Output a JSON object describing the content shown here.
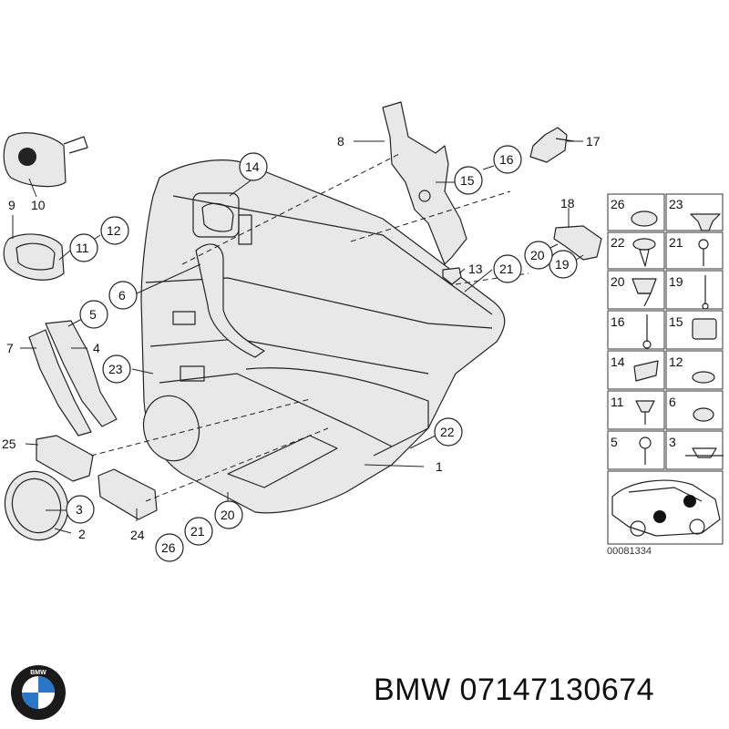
{
  "diagram": {
    "callouts": [
      {
        "label": "1"
      },
      {
        "label": "2"
      },
      {
        "label": "3"
      },
      {
        "label": "4"
      },
      {
        "label": "5"
      },
      {
        "label": "6"
      },
      {
        "label": "7"
      },
      {
        "label": "8"
      },
      {
        "label": "9"
      },
      {
        "label": "10"
      },
      {
        "label": "11"
      },
      {
        "label": "12"
      },
      {
        "label": "13"
      },
      {
        "label": "14"
      },
      {
        "label": "15"
      },
      {
        "label": "16"
      },
      {
        "label": "17"
      },
      {
        "label": "18"
      },
      {
        "label": "19"
      },
      {
        "label": "20"
      },
      {
        "label": "20"
      },
      {
        "label": "21"
      },
      {
        "label": "21"
      },
      {
        "label": "22"
      },
      {
        "label": "23"
      },
      {
        "label": "24"
      },
      {
        "label": "25"
      },
      {
        "label": "26"
      }
    ],
    "legend_cells": [
      {
        "label": "26"
      },
      {
        "label": "23"
      },
      {
        "label": "22"
      },
      {
        "label": "21"
      },
      {
        "label": "20"
      },
      {
        "label": "19"
      },
      {
        "label": "16"
      },
      {
        "label": "15"
      },
      {
        "label": "14"
      },
      {
        "label": "12"
      },
      {
        "label": "11"
      },
      {
        "label": "6"
      },
      {
        "label": "5"
      },
      {
        "label": "3"
      }
    ],
    "drawing_number": "00081334"
  },
  "caption": {
    "brand": "BMW",
    "part_number": "07147130674",
    "logo_letters": "BMW"
  }
}
